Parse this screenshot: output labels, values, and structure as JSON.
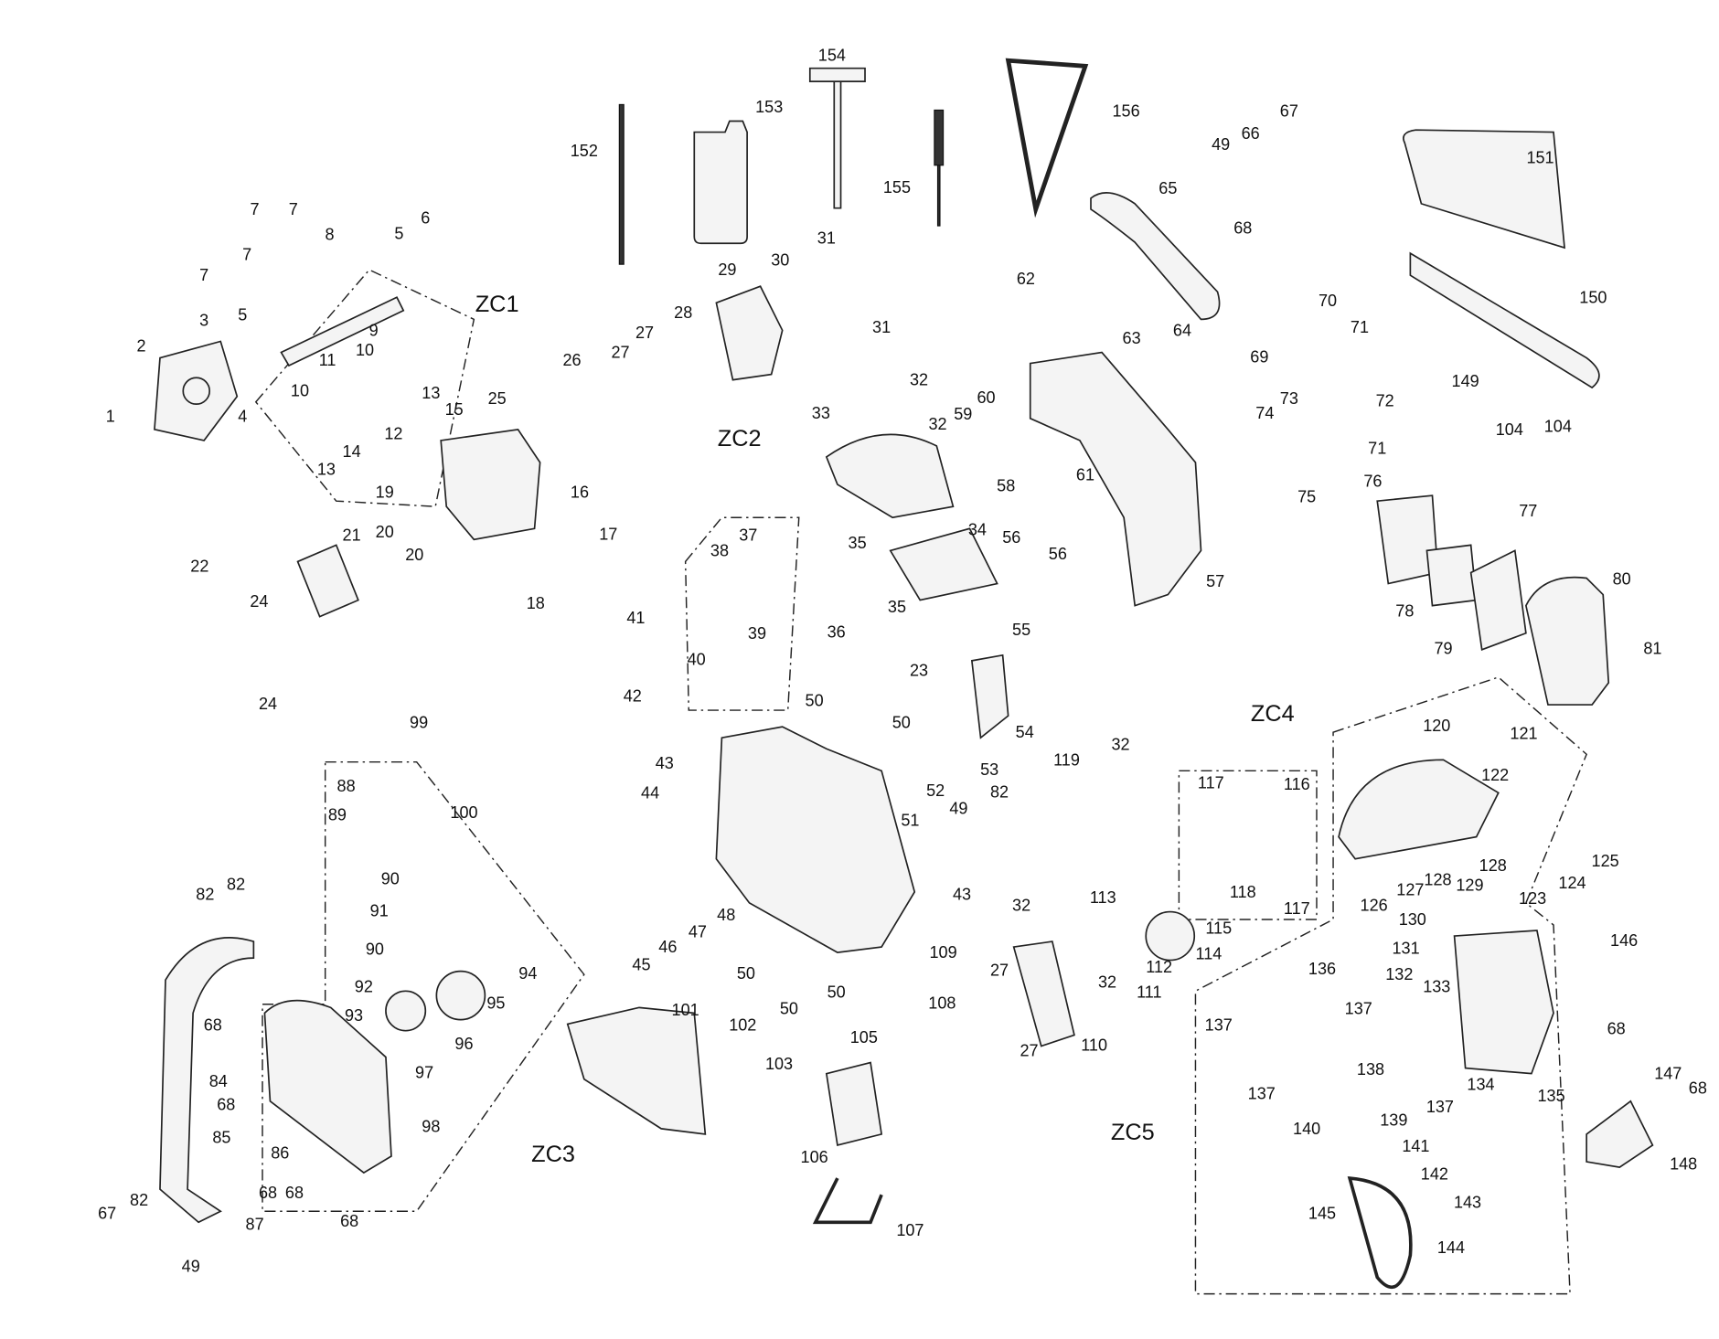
{
  "diagram": {
    "type": "exploded-parts-diagram",
    "group_labels": [
      "ZC1",
      "ZC2",
      "ZC3",
      "ZC4",
      "ZC5"
    ],
    "part_labels": [
      "154",
      "153",
      "152",
      "155",
      "156",
      "151",
      "150",
      "149",
      "49",
      "66",
      "67",
      "65",
      "68",
      "62",
      "70",
      "71",
      "71",
      "72",
      "69",
      "64",
      "63",
      "73",
      "74",
      "104",
      "104",
      "61",
      "60",
      "59",
      "58",
      "56",
      "56",
      "57",
      "75",
      "76",
      "77",
      "78",
      "79",
      "80",
      "81",
      "31",
      "31",
      "30",
      "29",
      "28",
      "27",
      "27",
      "26",
      "25",
      "33",
      "32",
      "32",
      "34",
      "35",
      "35",
      "36",
      "37",
      "38",
      "39",
      "40",
      "41",
      "42",
      "23",
      "50",
      "50",
      "55",
      "54",
      "53",
      "52",
      "51",
      "49",
      "82",
      "43",
      "44",
      "43",
      "119",
      "32",
      "117",
      "116",
      "118",
      "117",
      "113",
      "114",
      "115",
      "112",
      "111",
      "32",
      "32",
      "110",
      "27",
      "27",
      "109",
      "108",
      "105",
      "106",
      "107",
      "101",
      "102",
      "103",
      "48",
      "47",
      "46",
      "45",
      "50",
      "50",
      "50",
      "99",
      "100",
      "1",
      "2",
      "3",
      "4",
      "5",
      "5",
      "6",
      "7",
      "7",
      "7",
      "7",
      "8",
      "9",
      "10",
      "10",
      "11",
      "12",
      "13",
      "13",
      "14",
      "15",
      "16",
      "17",
      "18",
      "19",
      "20",
      "20",
      "21",
      "22",
      "24",
      "24",
      "88",
      "89",
      "90",
      "90",
      "91",
      "92",
      "93",
      "94",
      "95",
      "96",
      "97",
      "98",
      "82",
      "82",
      "68",
      "68",
      "84",
      "85",
      "86",
      "68",
      "68",
      "87",
      "68",
      "67",
      "82",
      "49",
      "120",
      "121",
      "122",
      "128",
      "128",
      "129",
      "127",
      "126",
      "123",
      "124",
      "125",
      "130",
      "131",
      "132",
      "133",
      "134",
      "135",
      "136",
      "137",
      "137",
      "137",
      "137",
      "138",
      "139",
      "140",
      "141",
      "142",
      "143",
      "144",
      "145",
      "146",
      "68",
      "147",
      "68",
      "148"
    ]
  }
}
